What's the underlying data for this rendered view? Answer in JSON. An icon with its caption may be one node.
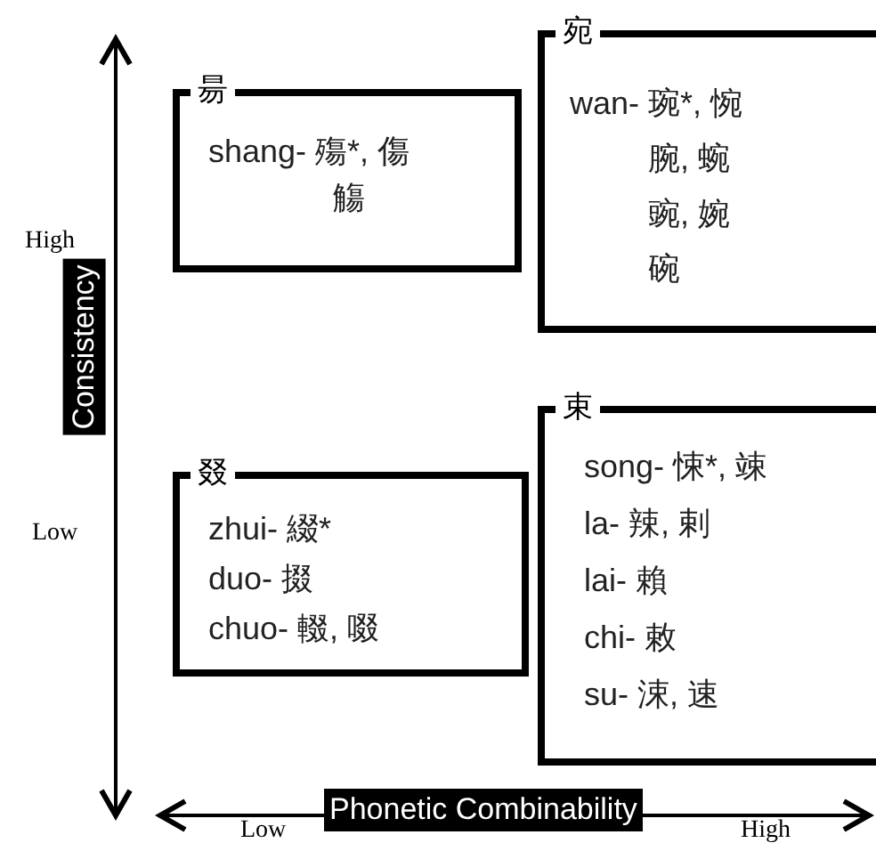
{
  "diagram": {
    "nodes": [
      {
        "text": [
          "昜",
          "shang- 殤*, 傷觴"
        ]
      },
      {
        "text": [
          "宛",
          "wan- 琬*, 惋腕, 蜿豌, 婉碗"
        ]
      },
      {
        "text": [
          "叕",
          "zhui- 綴*",
          "duo- 掇",
          "chuo- 輟, 啜"
        ]
      },
      {
        "text": [
          "束",
          "song- 悚*, 竦",
          "la- 辣, 剌",
          "lai- 賴",
          "chi- 敕",
          "su- 涑, 速"
        ]
      }
    ],
    "labels": [
      "High",
      "Consistency",
      "Low",
      "Low",
      "Phonetic Combinability",
      "High"
    ]
  }
}
